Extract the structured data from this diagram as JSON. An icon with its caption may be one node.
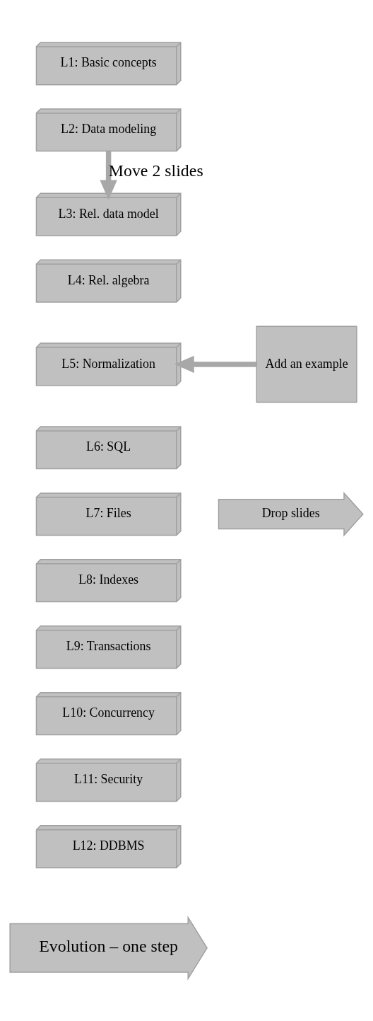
{
  "diagram": {
    "nodes": [
      {
        "text": [
          "L1: Basic concepts"
        ]
      },
      {
        "text": [
          "L2: Data modeling"
        ]
      },
      {
        "text": [
          "L3: Rel. data model"
        ]
      },
      {
        "text": [
          "L4: Rel. algebra"
        ]
      },
      {
        "text": [
          "L5: Normalization"
        ]
      },
      {
        "text": [
          "L6: SQL"
        ]
      },
      {
        "text": [
          "L7: Files"
        ]
      },
      {
        "text": [
          "L8: Indexes"
        ]
      },
      {
        "text": [
          "L9: Transactions"
        ]
      },
      {
        "text": [
          "L10: Concurrency"
        ]
      },
      {
        "text": [
          "L11: Security"
        ]
      },
      {
        "text": [
          "L12: DDBMS"
        ]
      },
      {
        "text": [
          "Add an example"
        ]
      },
      {
        "text": [
          "Drop slides"
        ]
      },
      {
        "text": [
          "Evolution – one step"
        ]
      }
    ],
    "edges": [
      {
        "from": 1,
        "to": 2,
        "arrow": "to",
        "label": "Move 2 slides"
      },
      {
        "from": 12,
        "to": 4,
        "arrow": "to"
      }
    ]
  }
}
